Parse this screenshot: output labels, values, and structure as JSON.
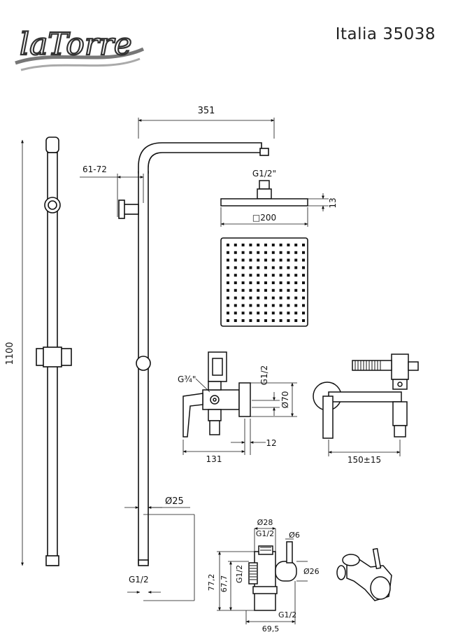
{
  "brand": {
    "name": "laTorre"
  },
  "product": {
    "title": "Italia 35038"
  },
  "dimensions": {
    "arm_length": "351",
    "wall_distance": "61-72",
    "head_thread": "G1/2\"",
    "head_thickness": "13",
    "head_size": "□200",
    "total_height": "1100",
    "inlet_thread_a": "G¾\"",
    "outlet_thread_a": "G1/2",
    "rosette_diameter": "Ø70",
    "mixer_depth": "131",
    "rosette_depth": "12",
    "center_distance": "150±15",
    "pipe_diameter": "Ø25",
    "bottom_thread": "G1/2",
    "diverter_diameter": "Ø28",
    "diverter_top_thread": "G1/2",
    "knob_diameter": "Ø6",
    "diverter_height_a": "77,2",
    "diverter_height_b": "67,7",
    "diverter_side_thread": "G1/2",
    "diverter_body_diameter": "Ø26",
    "diverter_bottom_thread": "G1/2",
    "diverter_width": "69,5"
  }
}
